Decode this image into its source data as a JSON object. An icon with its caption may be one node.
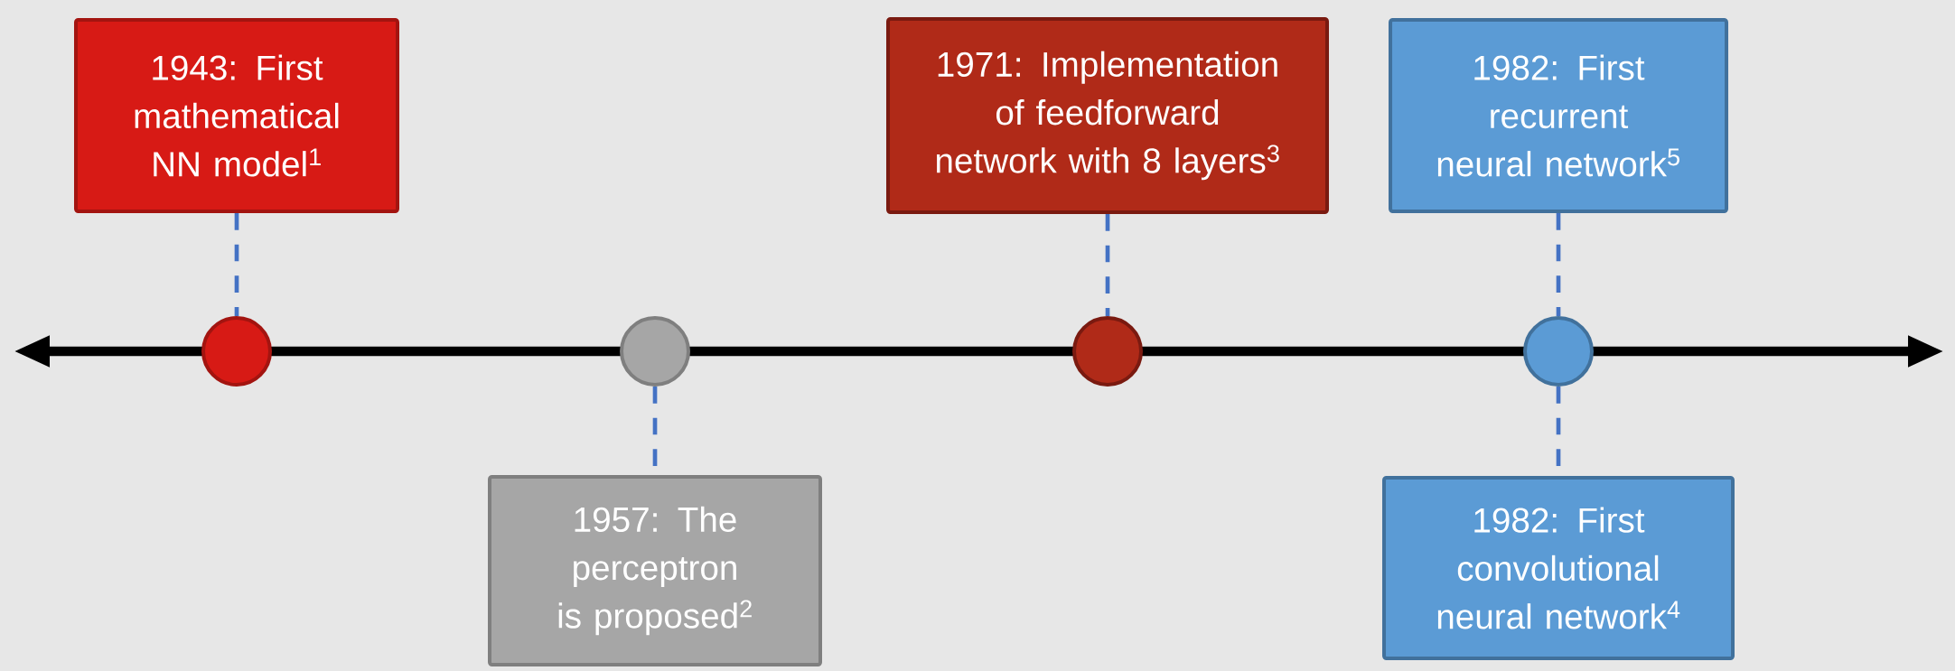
{
  "diagram": {
    "nodes": [
      {
        "text": [
          "1943: First mathematical NN model$^{1}$"
        ]
      },
      {
        "text": [
          "1971: Implementation of feedforward network with 8 layers$^{3}$"
        ]
      },
      {
        "text": [
          "1982: First recurrent neural network$^{5}$"
        ]
      },
      {
        "text": [],
        "shape": "circle"
      },
      {
        "text": [],
        "shape": "circle"
      },
      {
        "text": [],
        "shape": "circle"
      },
      {
        "text": [],
        "shape": "circle"
      },
      {
        "text": [
          "1957: The perceptron is proposed$^{2}$"
        ]
      },
      {
        "text": [
          "1982: First convolutional neural network$^{4}$"
        ]
      }
    ],
    "edges": [
      {
        "from": 0,
        "to": 3,
        "arrow": "none",
        "style": "dashed"
      },
      {
        "from": 1,
        "to": 5,
        "arrow": "none",
        "style": "dashed"
      },
      {
        "from": 2,
        "to": 6,
        "arrow": "none",
        "style": "dashed"
      },
      {
        "from": 4,
        "to": 7,
        "arrow": "none",
        "style": "dashed"
      },
      {
        "from": 6,
        "to": 8,
        "arrow": "none",
        "style": "dashed"
      }
    ]
  }
}
